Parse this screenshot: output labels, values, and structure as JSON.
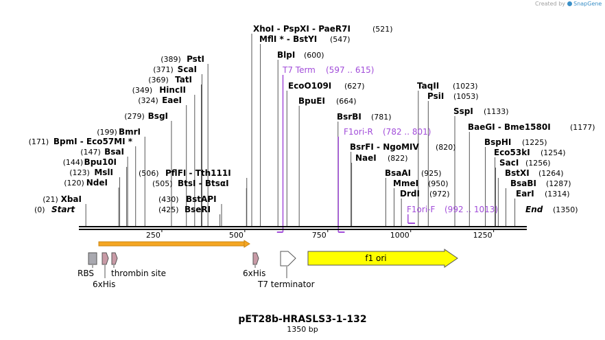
{
  "credit": {
    "prefix": "Created by",
    "brand": "SnapGene"
  },
  "map": {
    "title": "pET28b-HRASLS3-1-132",
    "subtitle": "1350 bp",
    "length": 1350,
    "colors": {
      "backbone": "#000000",
      "primer": "#a14cd9",
      "orf": "#f5a623",
      "ori": "#ffff00",
      "rbs": "#a9a9b0",
      "his": "#c89aa6"
    },
    "ticks": [
      {
        "pos": 250,
        "label": "250"
      },
      {
        "pos": 500,
        "label": "500"
      },
      {
        "pos": 750,
        "label": "750"
      },
      {
        "pos": 1000,
        "label": "1000"
      },
      {
        "pos": 1250,
        "label": "1250"
      }
    ],
    "start": {
      "pos": "(0)",
      "name": "Start"
    },
    "end": {
      "name": "End",
      "pos": "(1350)"
    },
    "sites_left": [
      {
        "pos": "(389)",
        "name": "PstI",
        "bp": 389
      },
      {
        "pos": "(371)",
        "name": "ScaI",
        "bp": 371
      },
      {
        "pos": "(369)",
        "name": "TatI",
        "bp": 369
      },
      {
        "pos": "(349)",
        "name": "HincII",
        "bp": 349
      },
      {
        "pos": "(324)",
        "name": "EaeI",
        "bp": 324
      },
      {
        "pos": "(279)",
        "name": "BsgI",
        "bp": 279
      },
      {
        "pos": "(199)",
        "name": "BmrI",
        "bp": 199
      },
      {
        "pos": "(171)",
        "name": "BpmI - Eco57MI *",
        "bp": 171
      },
      {
        "pos": "(147)",
        "name": "BsaI",
        "bp": 147
      },
      {
        "pos": "(144)",
        "name": "Bpu10I",
        "bp": 144
      },
      {
        "pos": "(123)",
        "name": "MslI",
        "bp": 123
      },
      {
        "pos": "(120)",
        "name": "NdeI",
        "bp": 120
      },
      {
        "pos": "(21)",
        "name": "XbaI",
        "bp": 21
      }
    ],
    "sites_mid": [
      {
        "pos": "(506)",
        "name": "PflFI - Tth111I",
        "bp": 506
      },
      {
        "pos": "(505)",
        "name": "BtsI - BtsαI",
        "bp": 505
      },
      {
        "pos": "(430)",
        "name": "BstAPI",
        "bp": 430
      },
      {
        "pos": "(425)",
        "name": "BseRI",
        "bp": 425
      }
    ],
    "sites_right": [
      {
        "name": "XhoI - PspXI - PaeR7I",
        "pos": "(521)",
        "bp": 521
      },
      {
        "name": "MflI * - BstYI",
        "pos": "(547)",
        "bp": 547
      },
      {
        "name": "BlpI",
        "pos": "(600)",
        "bp": 600
      },
      {
        "name": "EcoO109I",
        "pos": "(627)",
        "bp": 627
      },
      {
        "name": "BpuEI",
        "pos": "(664)",
        "bp": 664
      },
      {
        "name": "BsrBI",
        "pos": "(781)",
        "bp": 781
      },
      {
        "name": "BsrFI - NgoMIV",
        "pos": "(820)",
        "bp": 820
      },
      {
        "name": "NaeI",
        "pos": "(822)",
        "bp": 822
      },
      {
        "name": "BsaAI",
        "pos": "(925)",
        "bp": 925
      },
      {
        "name": "MmeI",
        "pos": "(950)",
        "bp": 950
      },
      {
        "name": "DrdI",
        "pos": "(972)",
        "bp": 972
      },
      {
        "name": "TaqII",
        "pos": "(1023)",
        "bp": 1023
      },
      {
        "name": "PsiI",
        "pos": "(1053)",
        "bp": 1053
      },
      {
        "name": "SspI",
        "pos": "(1133)",
        "bp": 1133
      },
      {
        "name": "BaeGI - Bme1580I",
        "pos": "(1177)",
        "bp": 1177
      },
      {
        "name": "BspHI",
        "pos": "(1225)",
        "bp": 1225
      },
      {
        "name": "Eco53kI",
        "pos": "(1254)",
        "bp": 1254
      },
      {
        "name": "SacI",
        "pos": "(1256)",
        "bp": 1256
      },
      {
        "name": "BstXI",
        "pos": "(1264)",
        "bp": 1264
      },
      {
        "name": "BsaBI",
        "pos": "(1287)",
        "bp": 1287
      },
      {
        "name": "EarI",
        "pos": "(1314)",
        "bp": 1314
      }
    ],
    "primers": [
      {
        "name": "T7 Term",
        "range": "(597 .. 615)",
        "start": 597,
        "end": 615
      },
      {
        "name": "F1ori-R",
        "range": "(782 .. 801)",
        "start": 782,
        "end": 801
      },
      {
        "name": "F1ori-F",
        "range": "(992 .. 1013)",
        "start": 992,
        "end": 1013
      }
    ],
    "features": {
      "rbs": "RBS",
      "his_left": "6xHis",
      "thrombin": "thrombin site",
      "his_right": "6xHis",
      "t7_terminator": "T7 terminator",
      "f1_ori": "f1 ori"
    }
  }
}
